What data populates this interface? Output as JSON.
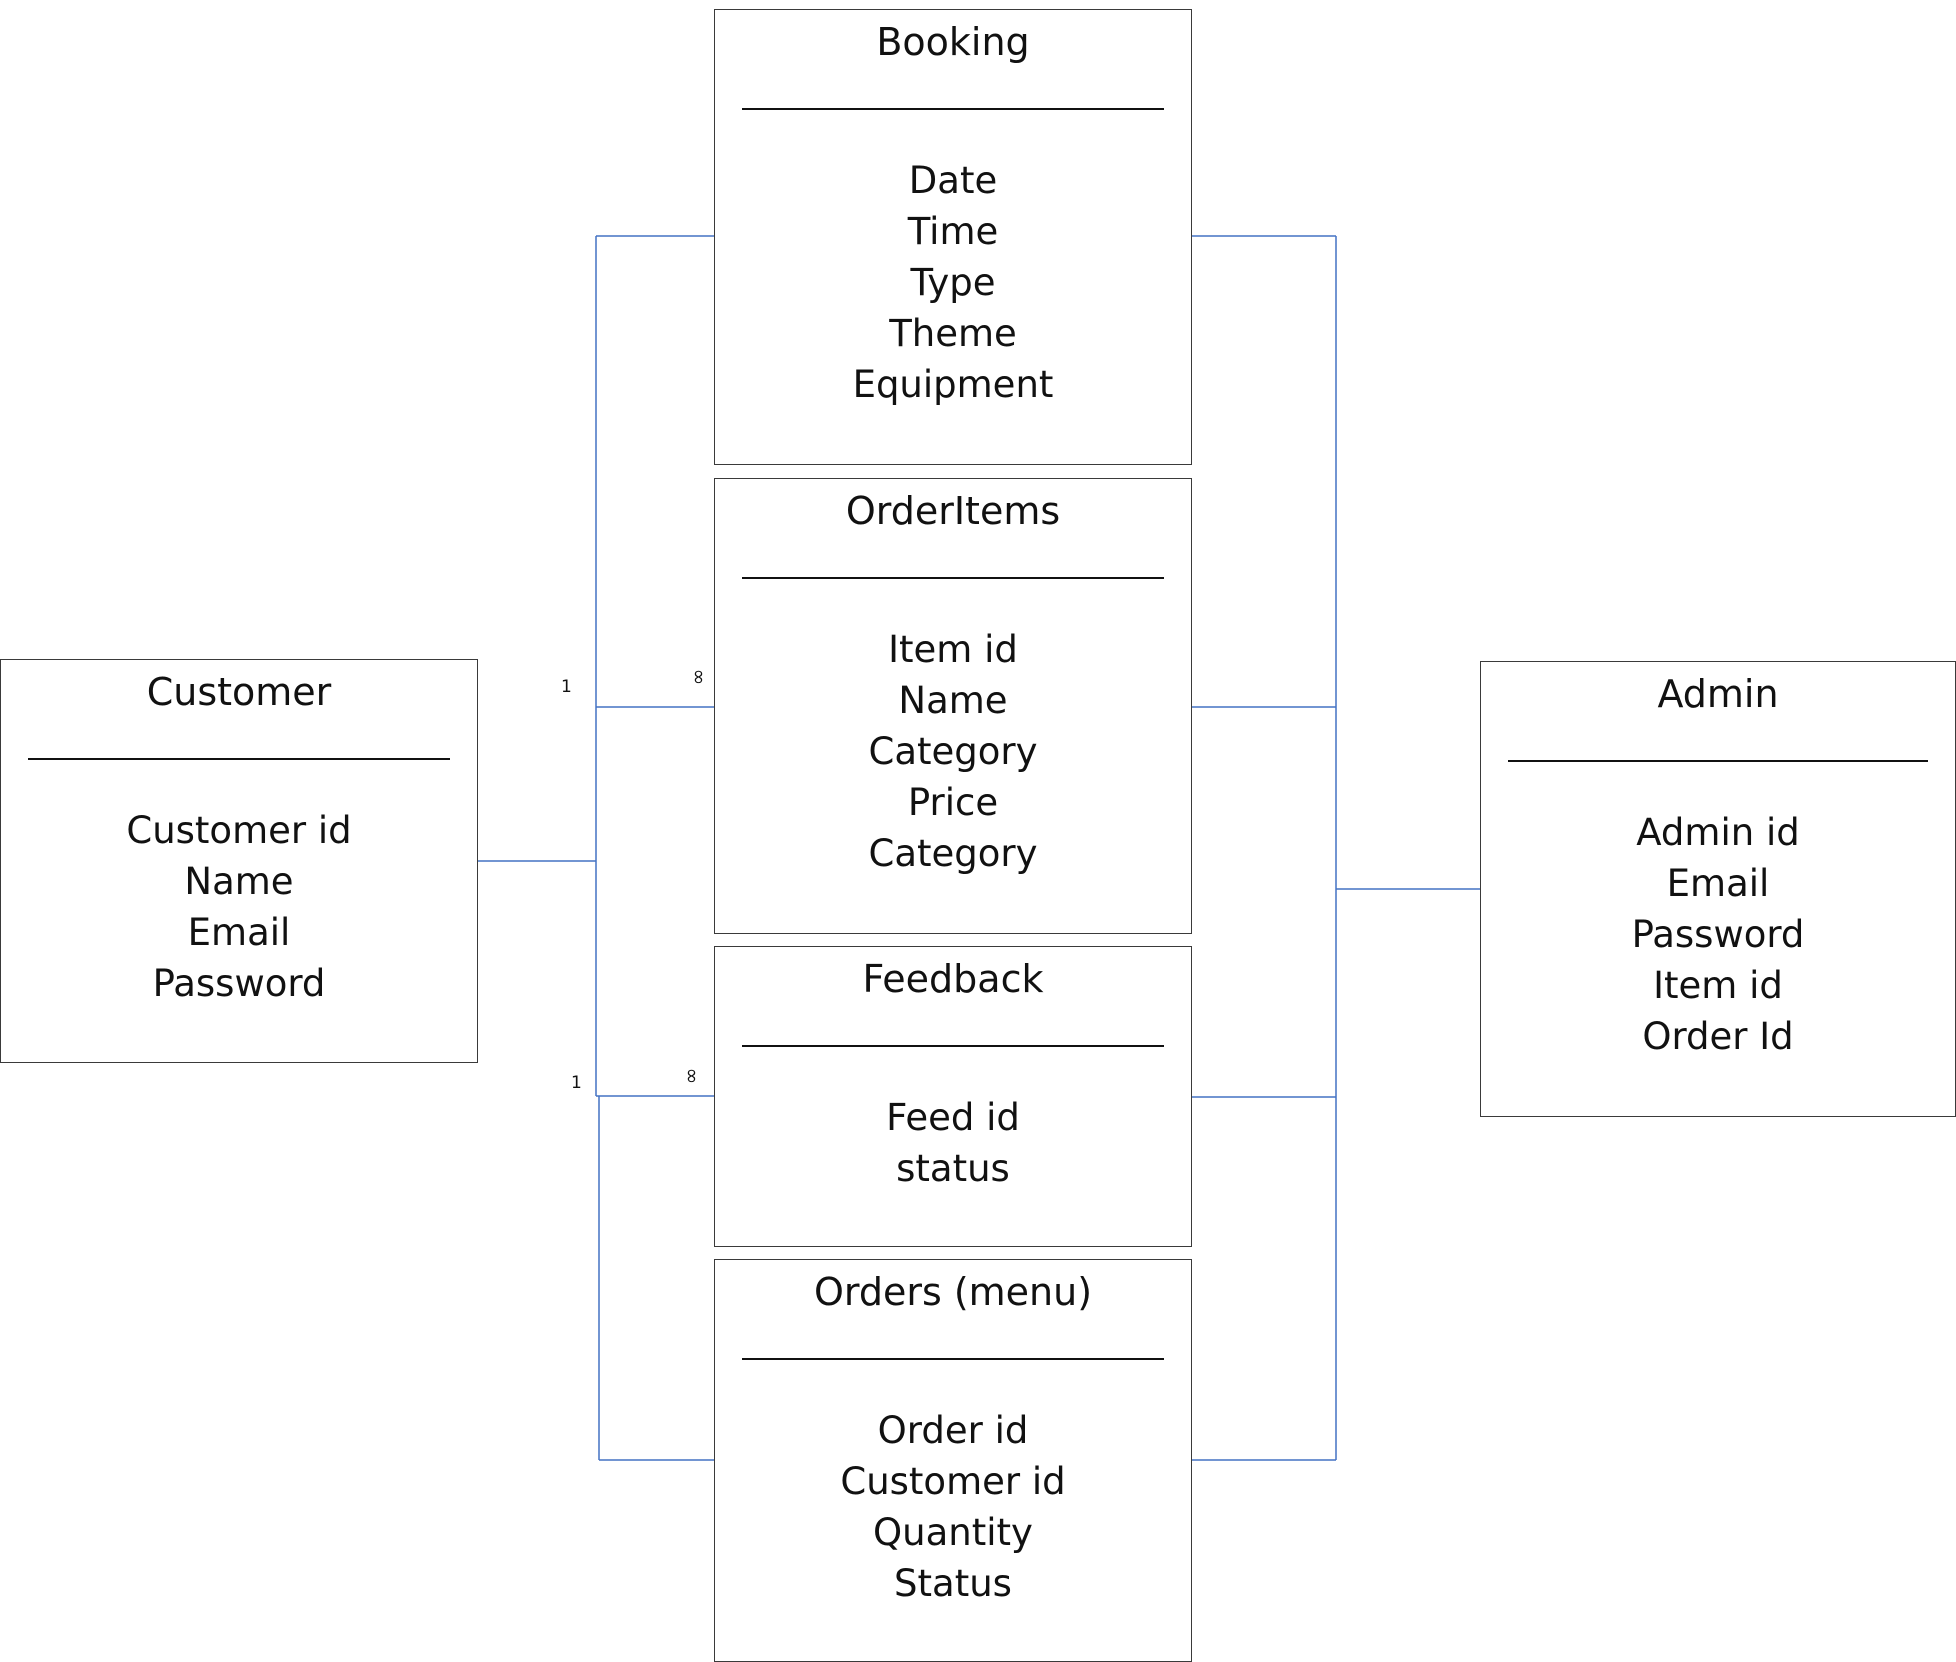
{
  "diagram": {
    "entities": {
      "booking": {
        "title": "Booking",
        "attributes": [
          "Date",
          "Time",
          "Type",
          "Theme",
          "Equipment"
        ]
      },
      "orderitems": {
        "title": "OrderItems",
        "attributes": [
          "Item id",
          "Name",
          "Category",
          "Price",
          "Category"
        ]
      },
      "feedback": {
        "title": "Feedback",
        "attributes": [
          "Feed id",
          "status"
        ]
      },
      "orders": {
        "title": "Orders (menu)",
        "attributes": [
          "Order id",
          "Customer id",
          "Quantity",
          "Status"
        ]
      },
      "customer": {
        "title": "Customer",
        "attributes": [
          "Customer id",
          "Name",
          "Email",
          "Password"
        ]
      },
      "admin": {
        "title": "Admin",
        "attributes": [
          "Admin id",
          "Email",
          "Password",
          "Item id",
          "Order Id"
        ]
      }
    },
    "cardinalities": {
      "customer_orderitems_one": "1",
      "customer_orderitems_many": "∞",
      "customer_feedback_one": "1",
      "customer_feedback_many": "∞"
    },
    "colors": {
      "connector": "#4472c4",
      "border": "#3a3a3a",
      "text": "#111111"
    }
  }
}
